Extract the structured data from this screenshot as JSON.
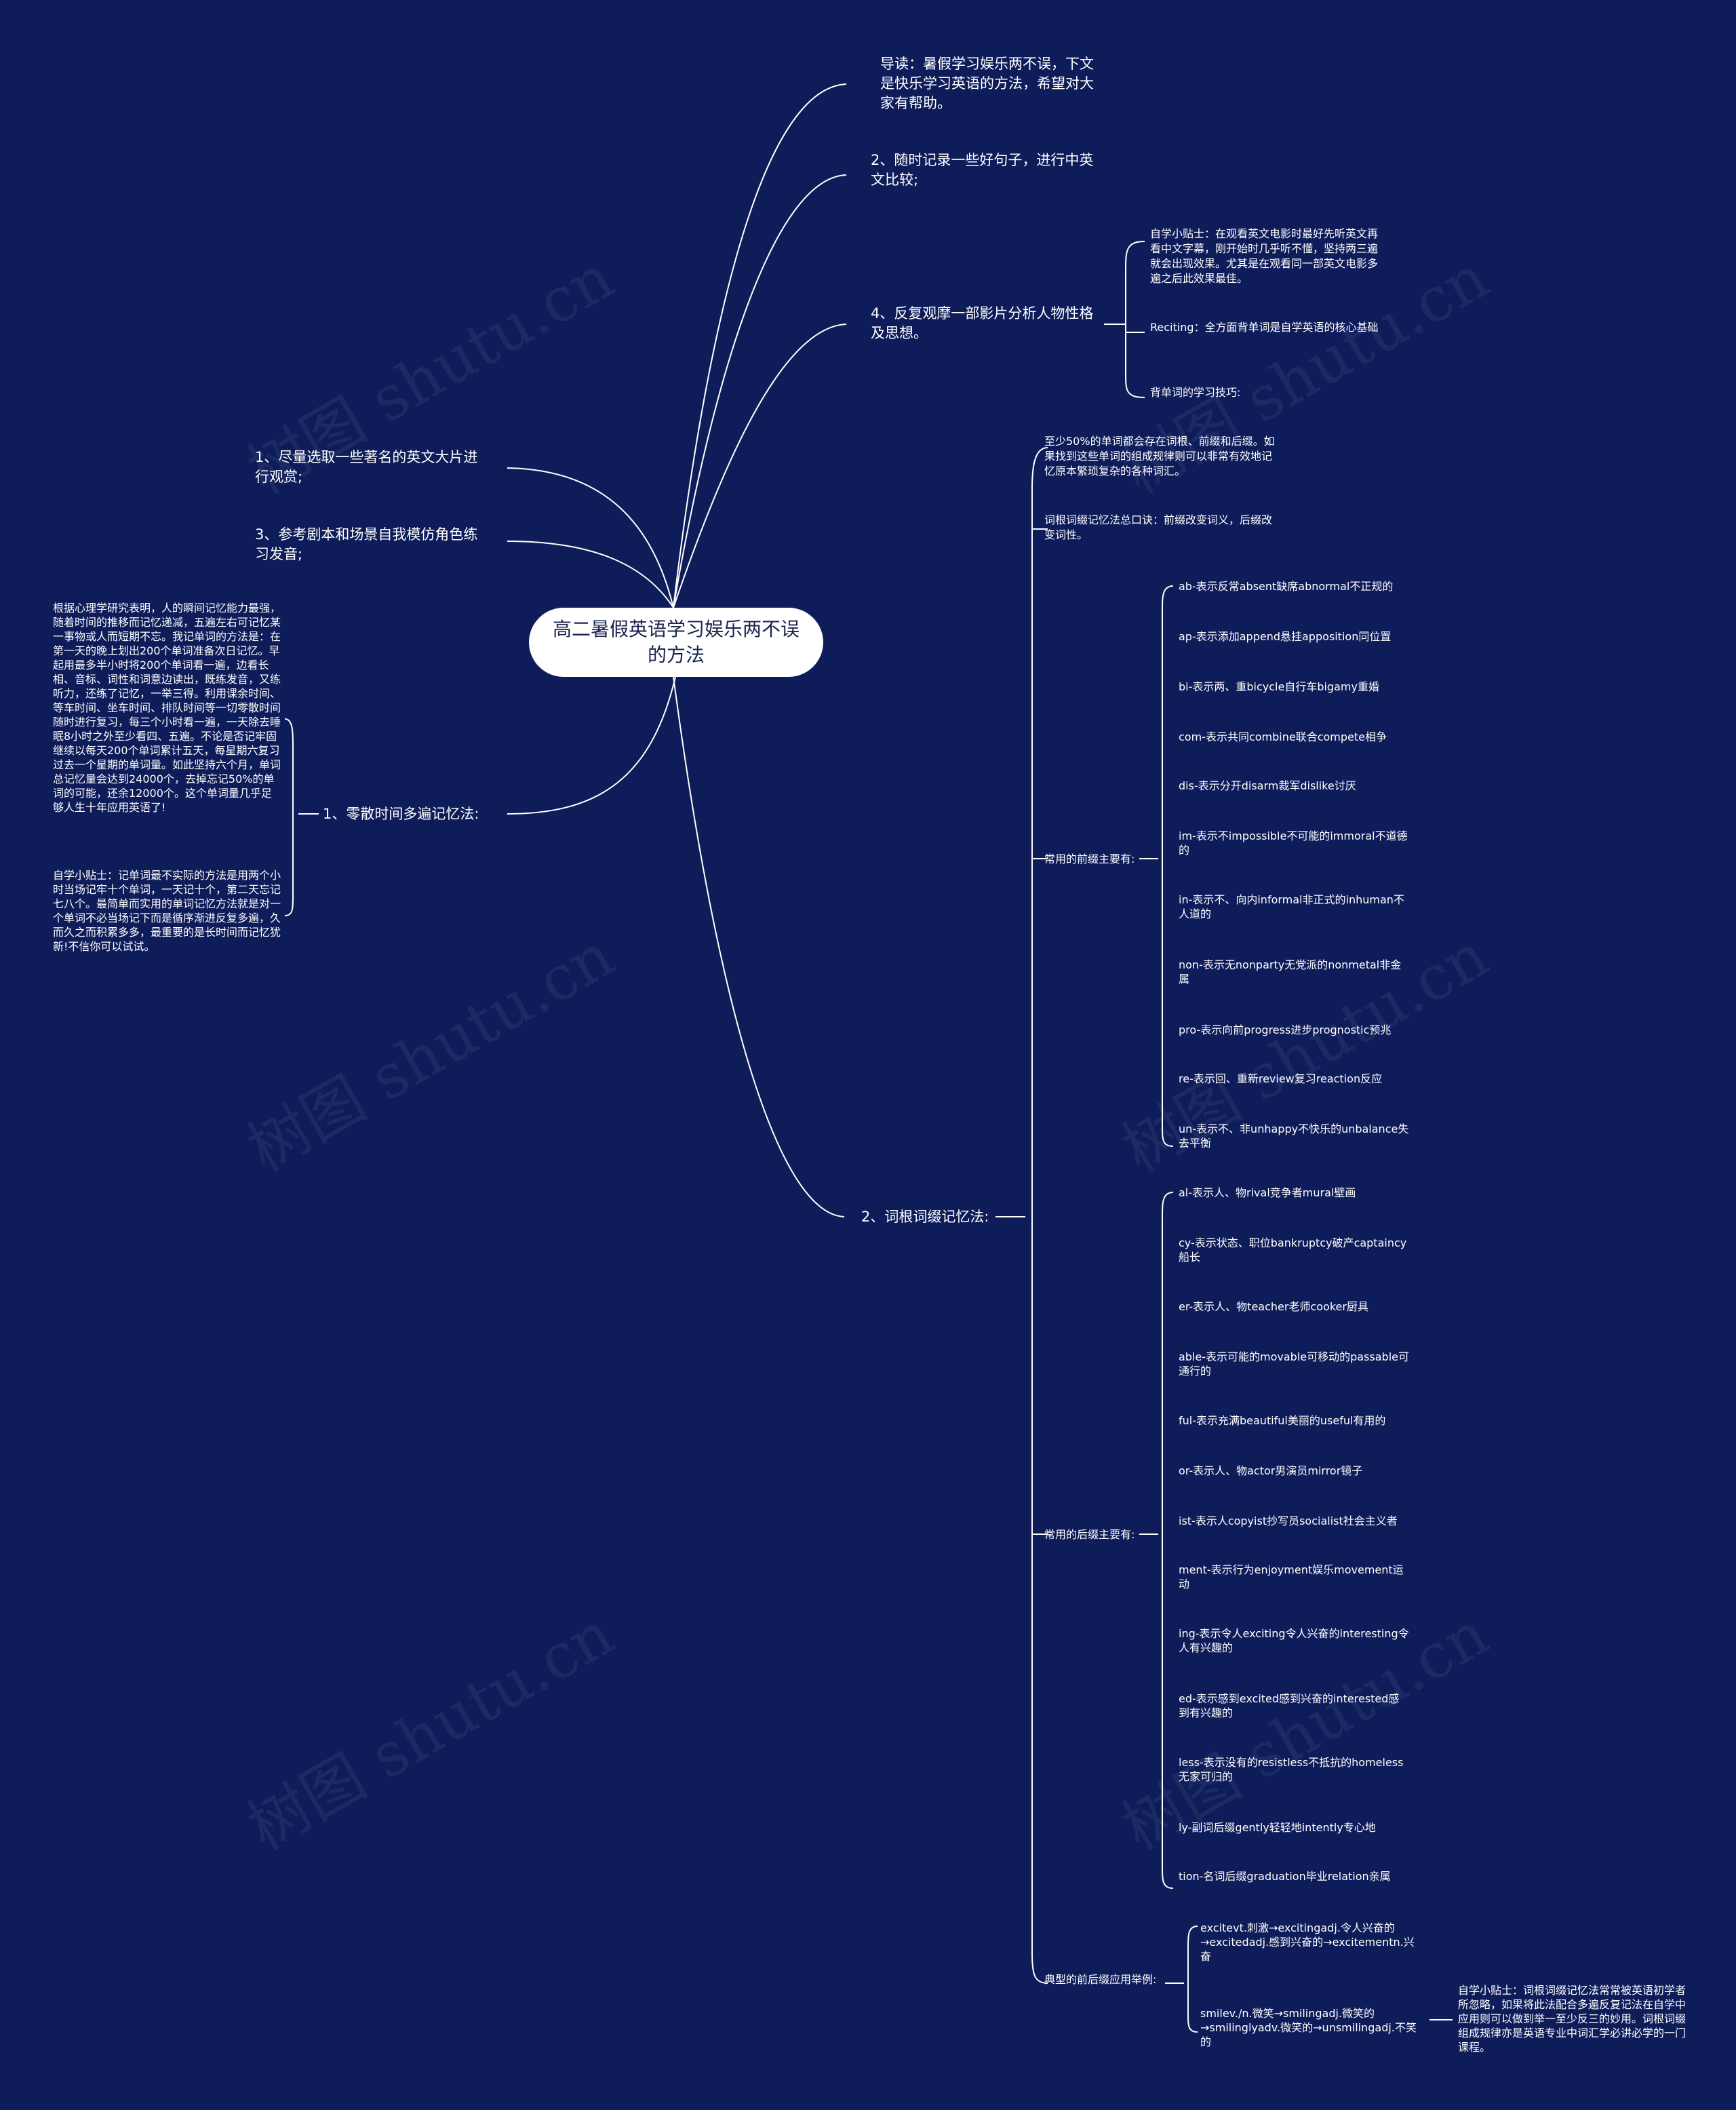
{
  "title": "高二暑假英语学习娱乐两不误的方法",
  "colors": {
    "background": "#0e1d5a",
    "line": "#ffffff",
    "central_bg": "#ffffff",
    "central_text": "#1a2450"
  },
  "watermark": "树图 shutu.cn",
  "right_top": {
    "intro": "导读：暑假学习娱乐两不误，下文是快乐学习英语的方法，希望对大家有帮助。",
    "item2": "2、随时记录一些好句子，进行中英文比较;",
    "item4": {
      "label": "4、反复观摩一部影片分析人物性格及思想。",
      "children": [
        "自学小贴士：在观看英文电影时最好先听英文再看中文字幕，刚开始时几乎听不懂，坚持两三遍就会出现效果。尤其是在观看同一部英文电影多遍之后此效果最佳。",
        "Reciting：全方面背单词是自学英语的核心基础",
        "背单词的学习技巧:"
      ]
    }
  },
  "left": {
    "item1": "1、尽量选取一些著名的英文大片进行观赏;",
    "item3": "3、参考剧本和场景自我模仿角色练习发音;",
    "zero": {
      "label": "1、零散时间多遍记忆法:",
      "children": [
        "根据心理学研究表明，人的瞬间记忆能力最强，随着时间的推移而记忆递减，五遍左右可记忆某一事物或人而短期不忘。我记单词的方法是：在第一天的晚上划出200个单词准备次日记忆。早起用最多半小时将200个单词看一遍，边看长相、音标、词性和词意边读出，既练发音，又练听力，还练了记忆，一举三得。利用课余时间、等车时间、坐车时间、排队时间等一切零散时间随时进行复习，每三个小时看一遍，一天除去睡眠8小时之外至少看四、五遍。不论是否记牢固继续以每天200个单词累计五天，每星期六复习过去一个星期的单词量。如此坚持六个月，单词总记忆量会达到24000个，去掉忘记50%的单词的可能，还余12000个。这个单词量几乎足够人生十年应用英语了!",
        "自学小贴士：记单词最不实际的方法是用两个小时当场记牢十个单词，一天记十个，第二天忘记七八个。最简单而实用的单词记忆方法就是对一个单词不必当场记下而是循序渐进反复多遍，久而久之而积累多多，最重要的是长时间而记忆犹新!不信你可以试试。"
      ]
    }
  },
  "root_method": {
    "label": "2、词根词缀记忆法:",
    "intro1": "至少50%的单词都会存在词根、前缀和后缀。如果找到这些单词的组成规律则可以非常有效地记忆原本繁琐复杂的各种词汇。",
    "intro2": "词根词缀记忆法总口诀：前缀改变词义，后缀改变词性。",
    "prefix": {
      "label": "常用的前缀主要有:",
      "items": [
        "ab-表示反常absent缺席abnormal不正规的",
        "ap-表示添加append悬挂apposition同位置",
        "bi-表示两、重bicycle自行车bigamy重婚",
        "com-表示共同combine联合compete相争",
        "dis-表示分开disarm裁军dislike讨厌",
        "im-表示不impossible不可能的immoral不道德的",
        "in-表示不、向内informal非正式的inhuman不人道的",
        "non-表示无nonparty无党派的nonmetal非金属",
        "pro-表示向前progress进步prognostic预兆",
        "re-表示回、重新review复习reaction反应",
        "un-表示不、非unhappy不快乐的unbalance失去平衡"
      ]
    },
    "suffix": {
      "label": "常用的后缀主要有:",
      "items": [
        "al-表示人、物rival竞争者mural壁画",
        "cy-表示状态、职位bankruptcy破产captaincy船长",
        "er-表示人、物teacher老师cooker厨具",
        "able-表示可能的movable可移动的passable可通行的",
        "ful-表示充满beautiful美丽的useful有用的",
        "or-表示人、物actor男演员mirror镜子",
        "ist-表示人copyist抄写员socialist社会主义者",
        "ment-表示行为enjoyment娱乐movement运动",
        "ing-表示令人exciting令人兴奋的interesting令人有兴趣的",
        "ed-表示感到excited感到兴奋的interested感到有兴趣的",
        "less-表示没有的resistless不抵抗的homeless无家可归的",
        "ly-副词后缀gently轻轻地intently专心地",
        "tion-名词后缀graduation毕业relation亲属"
      ]
    },
    "examples": {
      "label": "典型的前后缀应用举例:",
      "items": [
        "excitevt.刺激→excitingadj.令人兴奋的→excitedadj.感到兴奋的→excitementn.兴奋",
        "smilev./n.微笑→smilingadj.微笑的→smilinglyadv.微笑的→unsmilingadj.不笑的"
      ],
      "tip": "自学小贴士：词根词缀记忆法常常被英语初学者所忽略，如果将此法配合多遍反复记法在自学中应用则可以做到举一至少反三的妙用。词根词缀组成规律亦是英语专业中词汇学必讲必学的一门课程。"
    }
  }
}
